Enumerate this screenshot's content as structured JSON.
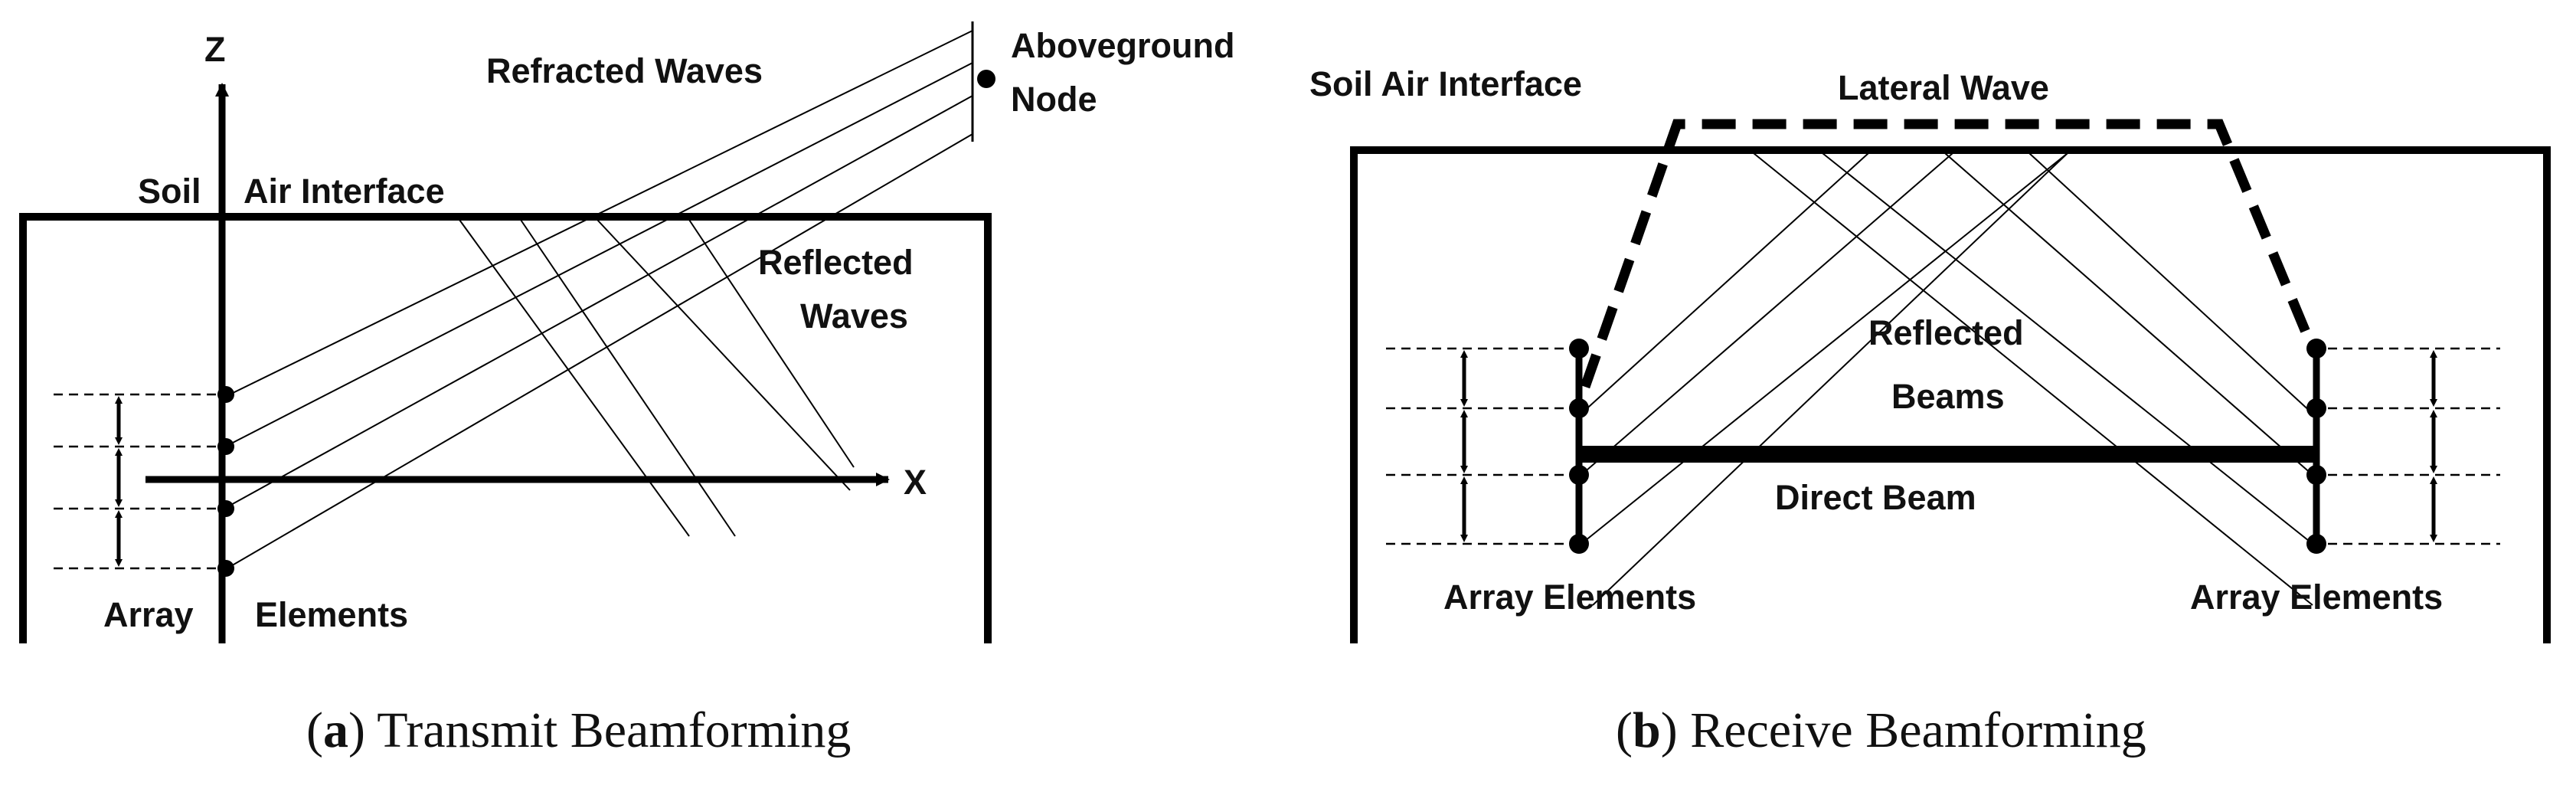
{
  "panel_a": {
    "axis_z": "Z",
    "axis_x": "X",
    "soil": "Soil",
    "air_interface": "Air Interface",
    "refracted": "Refracted Waves",
    "aboveground_line1": "Aboveground",
    "aboveground_line2": "Node",
    "reflected_line1": "Reflected",
    "reflected_line2": "Waves",
    "array": "Array",
    "elements": "Elements",
    "caption_letter": "a",
    "caption_text": "Transmit Beamforming"
  },
  "panel_b": {
    "soil_air": "Soil Air Interface",
    "lateral": "Lateral Wave",
    "reflected_line1": "Reflected",
    "reflected_line2": "Beams",
    "direct": "Direct Beam",
    "array_left": "Array Elements",
    "array_right": "Array Elements",
    "caption_letter": "b",
    "caption_text": "Receive Beamforming"
  },
  "colors": {
    "ink": "#000000",
    "background": "#ffffff"
  }
}
